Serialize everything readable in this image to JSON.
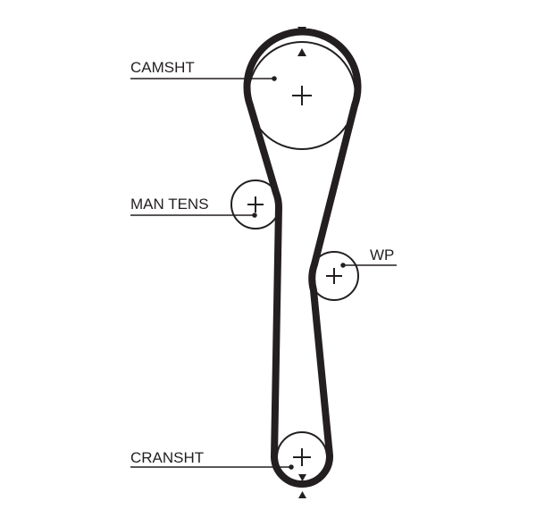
{
  "labels": {
    "camshaft": "CAMSHT",
    "manual_tensioner": "MAN TENS",
    "water_pump": "WP",
    "crankshaft": "CRANSHT"
  },
  "colors": {
    "belt": "#231f20",
    "line": "#231f20"
  }
}
